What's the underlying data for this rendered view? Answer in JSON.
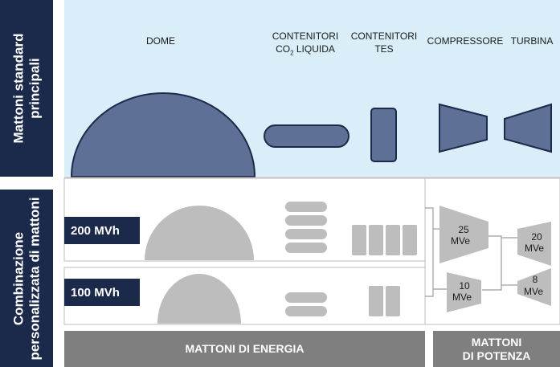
{
  "side_labels": {
    "top": "Mattoni standard principali",
    "bottom": "Combinazione personalizzata di mattoni"
  },
  "standard_bricks": {
    "dome": "DOME",
    "co2_tanks": {
      "line1": "CONTENITORI",
      "co": "CO",
      "sub": "2",
      "rest": " LIQUIDA"
    },
    "tes_tanks": {
      "line1": "CONTENITORI",
      "line2": "TES"
    },
    "compressor": "COMPRESSORE",
    "turbine": "TURBINA"
  },
  "configurations": [
    {
      "capacity": "200 MVh"
    },
    {
      "capacity": "100 MVh"
    }
  ],
  "power_units": {
    "compressor_large": {
      "value": "25",
      "unit": "MVe"
    },
    "compressor_small": {
      "value": "10",
      "unit": "MVe"
    },
    "turbine_large": {
      "value": "20",
      "unit": "MVe"
    },
    "turbine_small": {
      "value": "8",
      "unit": "MVe"
    }
  },
  "footer": {
    "energy": "MATTONI DI ENERGIA",
    "power_line1": "MATTONI",
    "power_line2": "DI POTENZA"
  },
  "colors": {
    "navy": "#1b2a4a",
    "light_blue": "#d9eef8",
    "brick_blue": "#5f7097",
    "brick_gray": "#bdbdbd",
    "footer_gray": "#7f7f7f"
  }
}
